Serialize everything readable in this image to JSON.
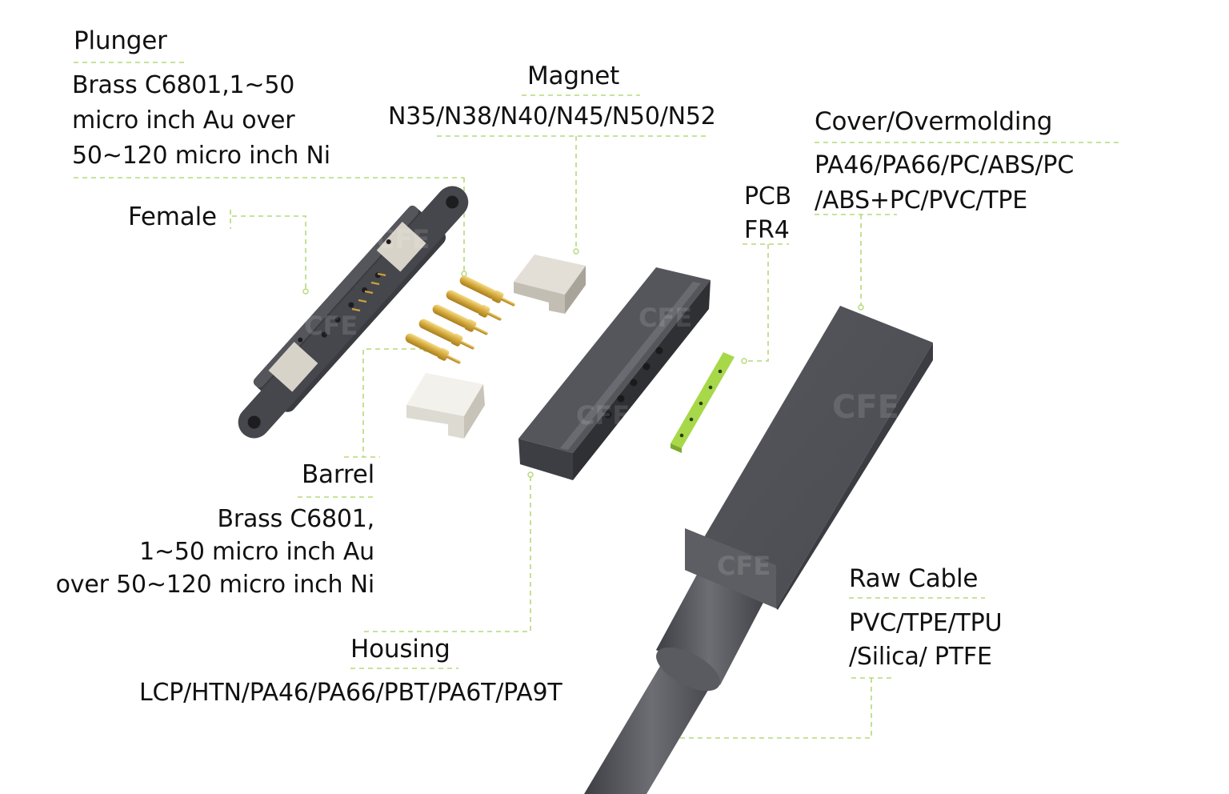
{
  "diagram": {
    "type": "exploded-view",
    "subject": "Magnetic pogo pin connector with cable",
    "accent_color": "#a6d05a",
    "leader_line_color": "#b5d97a",
    "housing_color": "#4a4b50",
    "pcb_color": "#9fd040",
    "pin_color": "#d9b24a",
    "magnet_color": "#cfcac0"
  },
  "labels": {
    "plunger": {
      "title": "Plunger",
      "lines": [
        "Brass C6801,1~50",
        "micro inch Au over",
        "50~120 micro inch Ni"
      ]
    },
    "magnet": {
      "title": "Magnet",
      "lines": [
        "N35/N38/N40/N45/N50/N52"
      ]
    },
    "cover": {
      "title": "Cover/Overmolding",
      "lines": [
        "PA46/PA66/PC/ABS/PC",
        "/ABS+PC/PVC/TPE"
      ]
    },
    "pcb": {
      "title": "PCB",
      "lines": [
        "FR4"
      ]
    },
    "female": {
      "title": "Female"
    },
    "barrel": {
      "title": "Barrel",
      "lines": [
        "Brass C6801,",
        "1~50 micro inch Au",
        "over 50~120 micro inch Ni"
      ]
    },
    "housing": {
      "title": "Housing",
      "lines": [
        "LCP/HTN/PA46/PA66/PBT/PA6T/PA9T"
      ]
    },
    "raw_cable": {
      "title": "Raw Cable",
      "lines": [
        "PVC/TPE/TPU",
        "/Silica/ PTFE"
      ]
    }
  },
  "watermark": "CFE"
}
